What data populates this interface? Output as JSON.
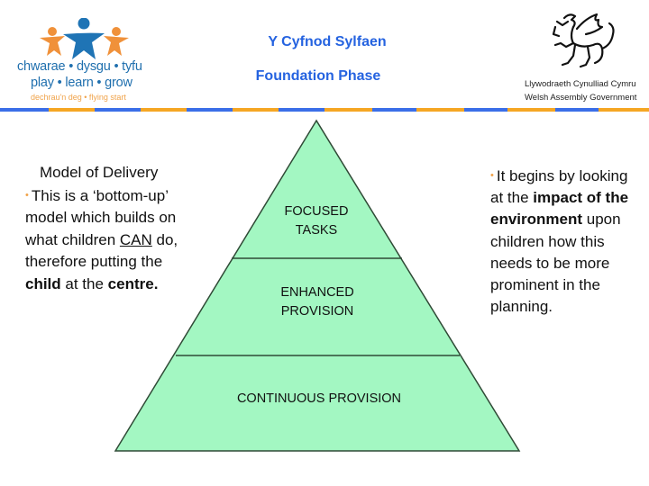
{
  "header": {
    "title_welsh": "Y Cyfnod Sylfaen",
    "title_english": "Foundation Phase",
    "title_color": "#2563e0",
    "logo_left": {
      "icon": "children-figures-icon",
      "line1": "chwarae • dysgu • tyfu",
      "line2": "play • learn • grow",
      "line3": "dechrau'n deg • flying start",
      "colors": {
        "blue": "#1f6fae",
        "orange": "#f0a34a"
      }
    },
    "logo_right": {
      "icon": "welsh-dragon-icon",
      "line1": "Llywodraeth Cynulliad Cymru",
      "line2": "Welsh Assembly Government"
    },
    "stripe_colors": [
      "#3a6ee8",
      "#f5a623"
    ]
  },
  "left_panel": {
    "heading": "Model of Delivery",
    "bullet": "•",
    "text_parts": {
      "p1": "This is a ‘bottom-up’ model which builds on what children ",
      "underlined": "CAN",
      "p2": " do, therefore putting the ",
      "bold1": "child",
      "p3": " at the ",
      "bold2": "centre",
      "p4": "."
    }
  },
  "pyramid": {
    "fill": "#a3f7c2",
    "stroke": "#2f4a36",
    "tiers": [
      {
        "line1": "FOCUSED",
        "line2": "TASKS"
      },
      {
        "line1": "ENHANCED",
        "line2": "PROVISION"
      },
      {
        "line1": "CONTINUOUS PROVISION"
      }
    ]
  },
  "right_panel": {
    "bullet": "•",
    "text_parts": {
      "p1": "It begins by looking at the ",
      "bold": "impact of the environment",
      "p2": " upon children how this needs to be more prominent in the planning."
    }
  }
}
